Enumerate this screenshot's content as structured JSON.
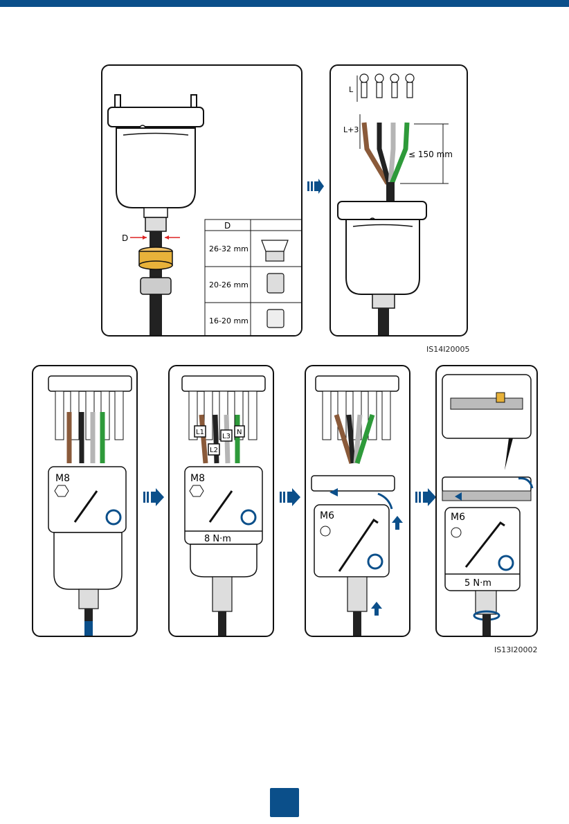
{
  "top_figure": {
    "panel1": {
      "dim_label": "D",
      "table_header": "D",
      "rows": [
        {
          "range": "26-32 mm"
        },
        {
          "range": "20-26 mm"
        },
        {
          "range": "16-20 mm"
        }
      ]
    },
    "panel2": {
      "label_l": "L",
      "label_l3": "L+3",
      "length": "≤ 150 mm"
    },
    "figure_code": "IS14I20005"
  },
  "bottom_figure": {
    "panel1": {
      "bolt": "M8"
    },
    "panel2": {
      "bolt": "M8",
      "torque": "8 N·m",
      "phases": [
        "L1",
        "L2",
        "L3",
        "N"
      ]
    },
    "panel3": {
      "bolt": "M6"
    },
    "panel4": {
      "bolt": "M6",
      "torque": "5 N·m"
    },
    "figure_code": "IS13I20002"
  },
  "colors": {
    "accent": "#0b4f8a",
    "brown": "#8a5a3a",
    "black": "#222222",
    "gray": "#b5b5b5",
    "green": "#2e9a3a",
    "yellow": "#e8b23a"
  }
}
